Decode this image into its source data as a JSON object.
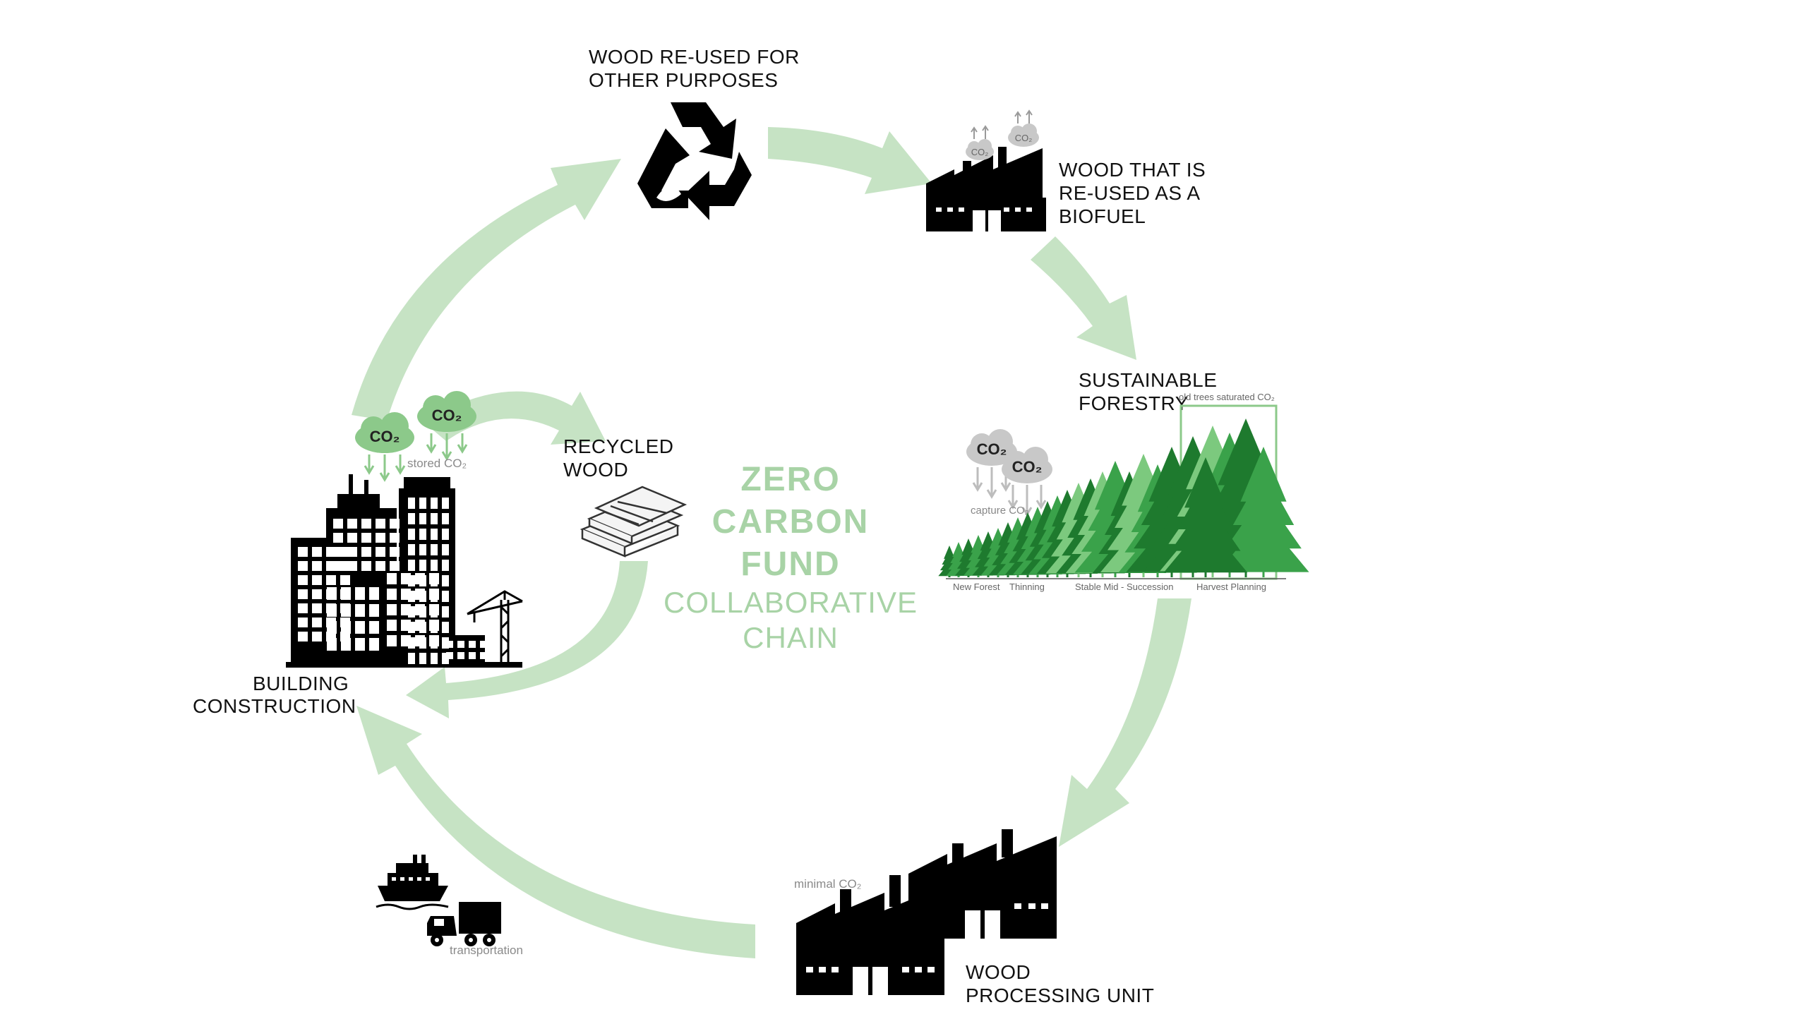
{
  "colors": {
    "arrow": "#c6e3c4",
    "center_text": "#a8d3a6",
    "icon": "#000000",
    "co2_green": "#8cc98a",
    "co2_grey": "#c8c8c8",
    "tree_dark": "#1e7a2e",
    "tree_mid": "#3aa24a",
    "tree_light": "#7cc97e"
  },
  "center": {
    "line1": "ZERO",
    "line2": "CARBON",
    "line3": "FUND",
    "line4": "COLLABORATIVE",
    "line5": "CHAIN"
  },
  "nodes": {
    "wood_reused": {
      "line1": "WOOD RE-USED FOR",
      "line2": "OTHER PURPOSES",
      "icon": "recycle-icon"
    },
    "biofuel": {
      "line1": "WOOD THAT IS",
      "line2": "RE-USED AS A",
      "line3": "BIOFUEL",
      "icon": "factory-icon",
      "co2_a": "CO₂",
      "co2_b": "CO₂"
    },
    "forestry": {
      "line1": "SUSTAINABLE",
      "line2": "FORESTRY",
      "old_trees": "old trees saturated CO₂",
      "capture": "capture CO₂",
      "co2_a": "CO₂",
      "co2_b": "CO₂",
      "stages": [
        "New Forest",
        "Thinning",
        "Stable Mid - Succession",
        "Harvest Planning"
      ]
    },
    "processing": {
      "line1": "WOOD",
      "line2": "PROCESSING UNIT",
      "note": "minimal CO₂",
      "icon": "factory-icon"
    },
    "transport": {
      "note": "transportation",
      "icon_ship": "ship-icon",
      "icon_truck": "truck-icon"
    },
    "building": {
      "line1": "BUILDING",
      "line2": "CONSTRUCTION",
      "note": "stored CO₂",
      "co2_a": "CO₂",
      "co2_b": "CO₂",
      "icon": "city-icon"
    },
    "recycled": {
      "line1": "RECYCLED",
      "line2": "WOOD",
      "icon": "wood-planks-icon"
    }
  }
}
